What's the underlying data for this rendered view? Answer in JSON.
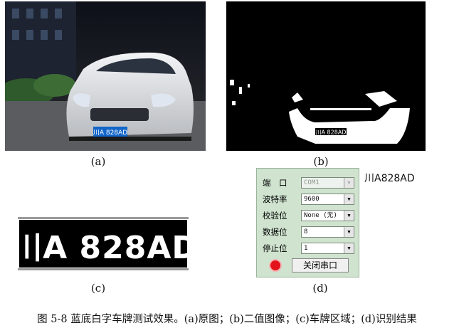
{
  "captions": {
    "a": "(a)",
    "b": "(b)",
    "c": "(c)",
    "d": "(d)"
  },
  "plate_a": "川A 828AD",
  "plate_b": "川A 828AD",
  "plate_c": "川A 828AD",
  "serial_panel": {
    "rows": [
      {
        "label": "端　口",
        "value": "COM1",
        "disabled": true
      },
      {
        "label": "波特率",
        "value": "9600",
        "disabled": false
      },
      {
        "label": "校验位",
        "value": "None (无)",
        "disabled": false
      },
      {
        "label": "数据位",
        "value": "8",
        "disabled": false
      },
      {
        "label": "停止位",
        "value": "1",
        "disabled": false
      }
    ],
    "close_button": "关闭串口",
    "status_color": "#e3121b"
  },
  "recognition_result": "川A828AD",
  "figure_caption": "图 5-8  蓝底白字车牌测试效果。(a)原图；(b)二值图像；(c)车牌区域；(d)识别结果"
}
